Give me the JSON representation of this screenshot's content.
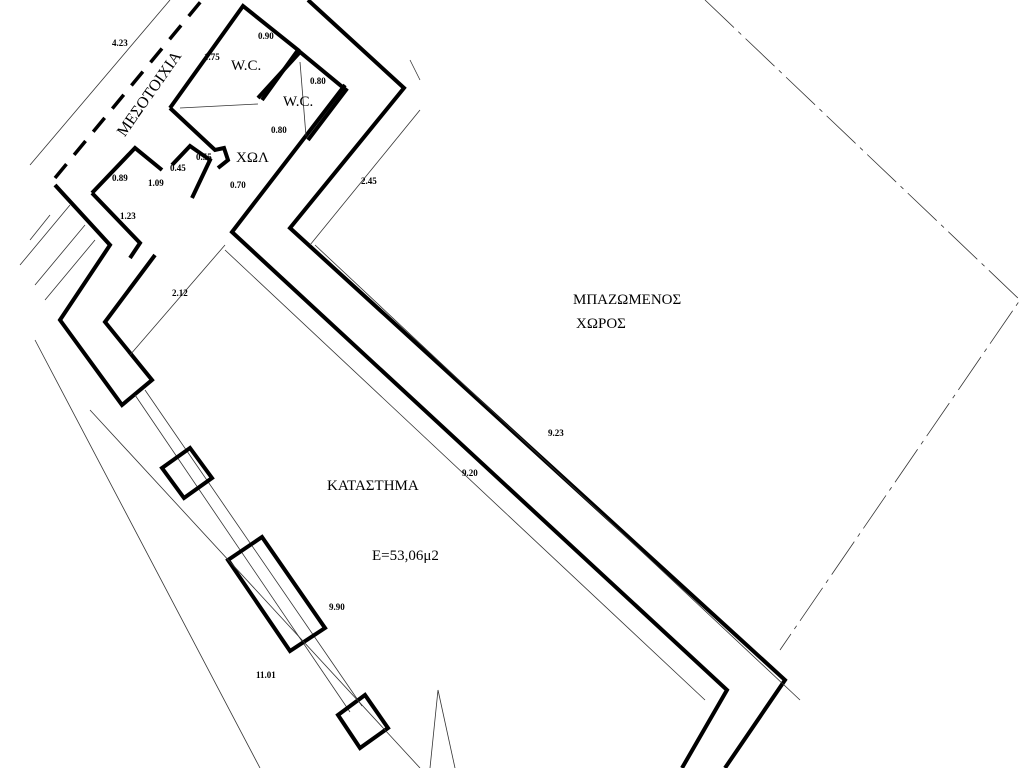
{
  "labels": {
    "party_wall": "ΜΕΣΟΤΟΙΧΙΑ",
    "wc1": "W.C.",
    "wc2": "W.C.",
    "hall": "ΧΩΛ",
    "open_area_line1": "ΜΠΑΖΩΜΕΝΟΣ",
    "open_area_line2": "ΧΩΡΟΣ",
    "shop": "ΚΑΤΑΣΤΗΜΑ",
    "area": "E=53,06μ2"
  },
  "dimensions": {
    "d423": "4.23",
    "d090": "0.90",
    "d175": "1.75",
    "d080a": "0.80",
    "d080b": "0.80",
    "d045": "0.45",
    "d055": "0.55",
    "d089": "0.89",
    "d109": "1.09",
    "d070": "0.70",
    "d123": "1.23",
    "d245": "2.45",
    "d212": "2.12",
    "d923": "9.23",
    "d920": "9.20",
    "d990": "9.90",
    "d1101": "11.01"
  }
}
